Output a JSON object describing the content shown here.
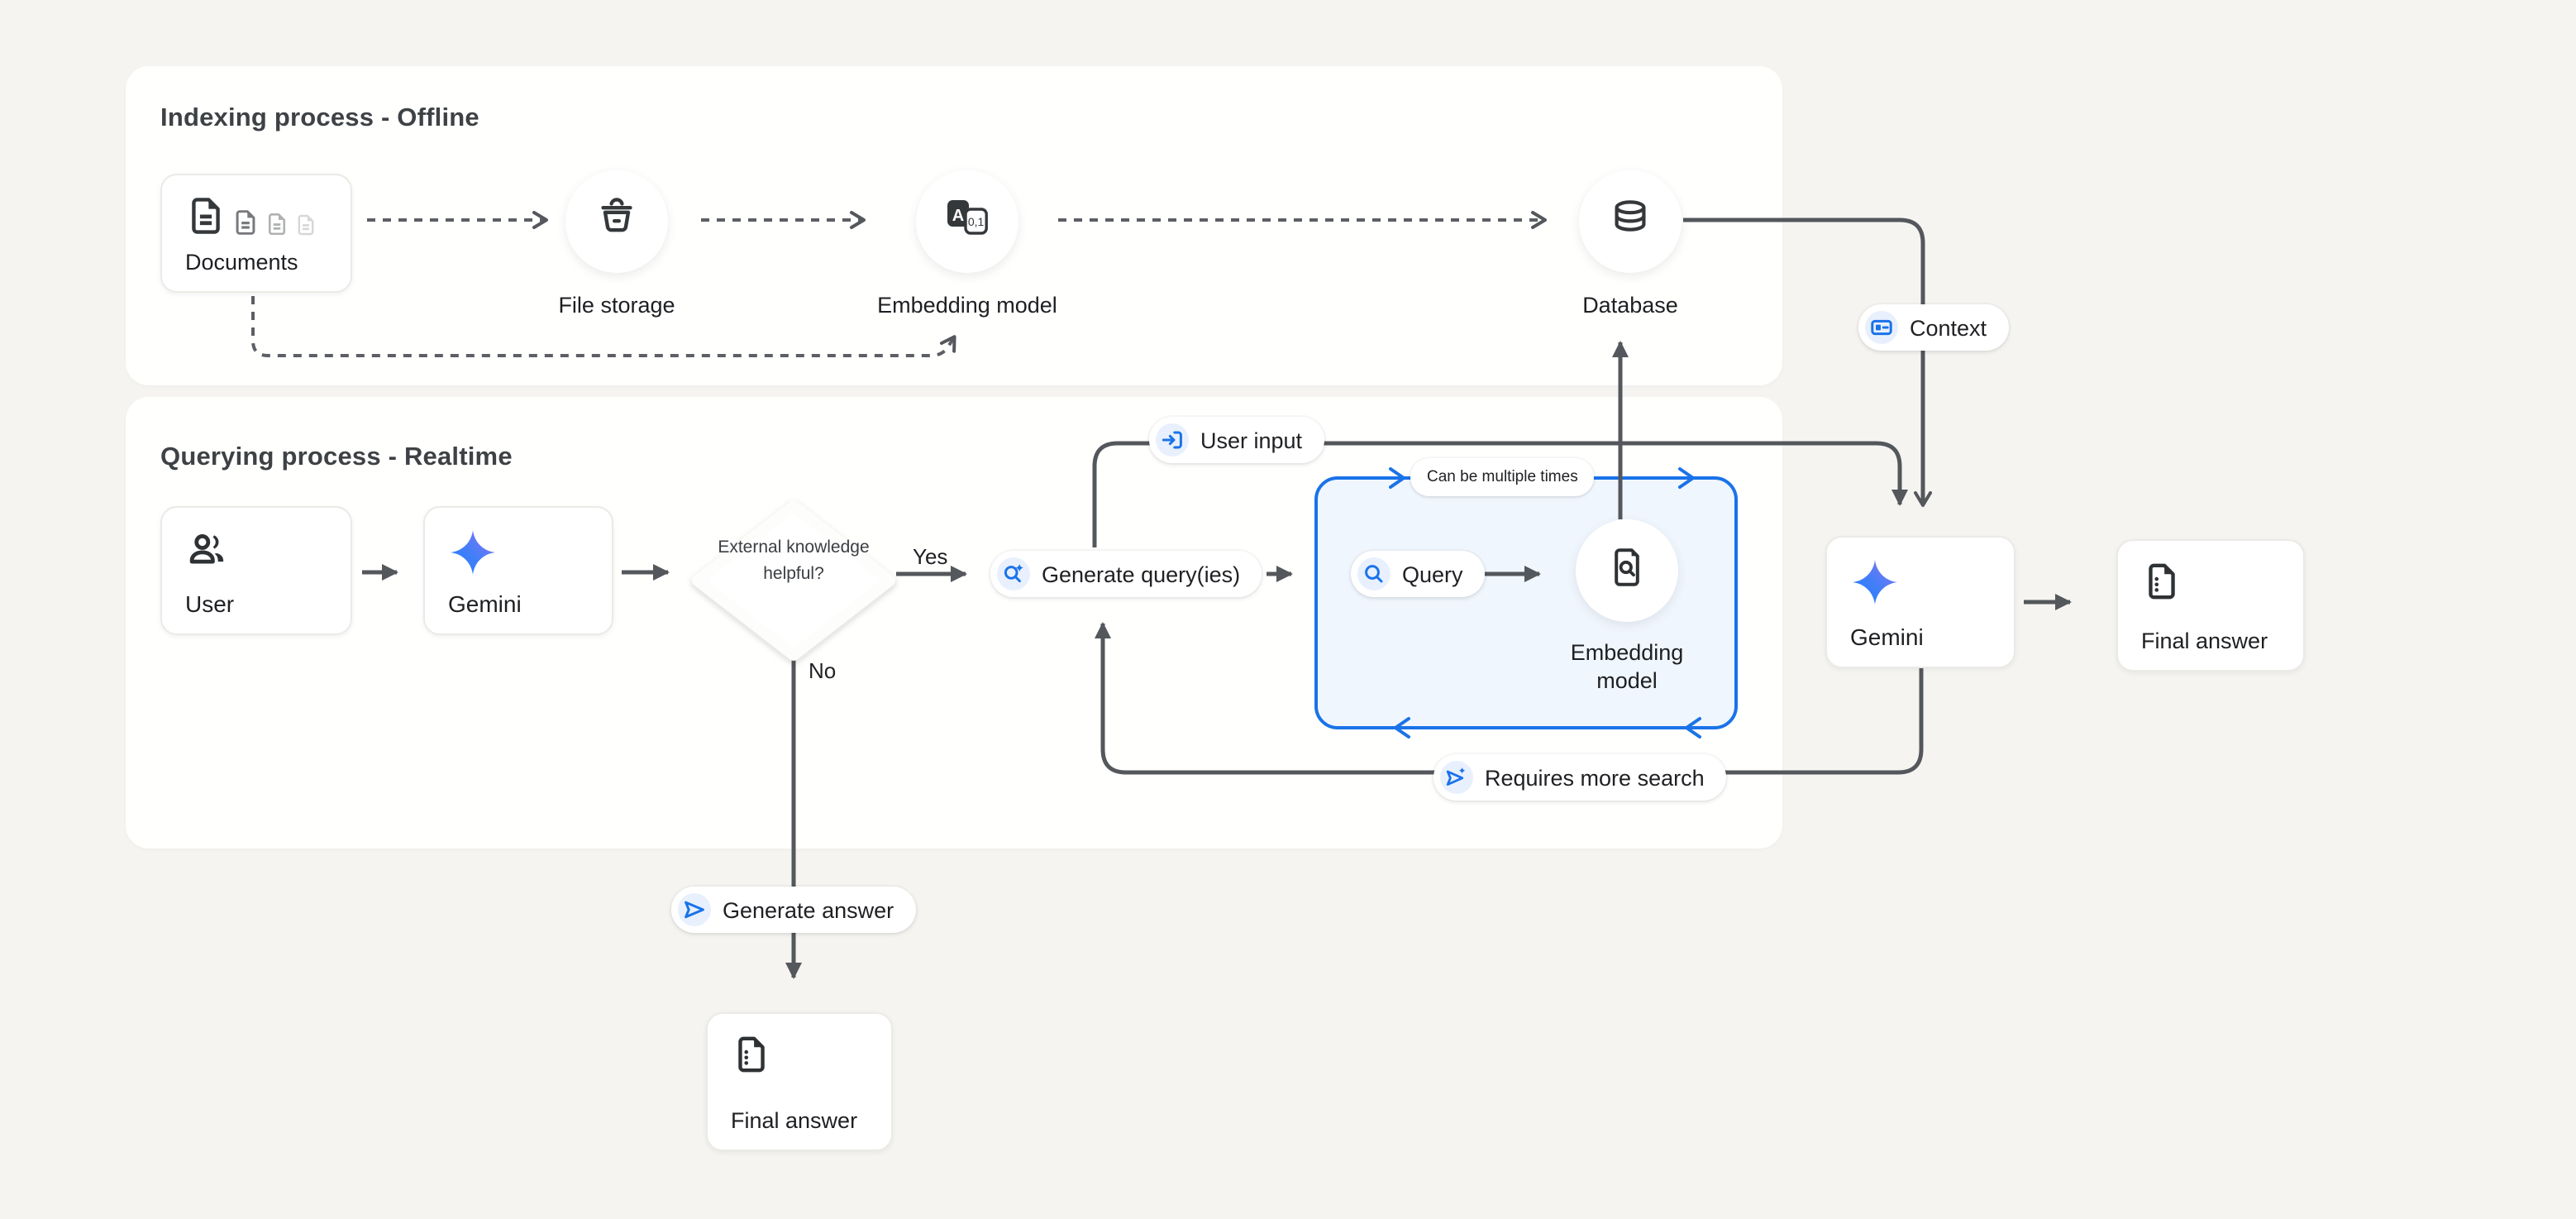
{
  "panels": {
    "indexing": {
      "title": "Indexing process - Offline"
    },
    "querying": {
      "title": "Querying process - Realtime"
    }
  },
  "nodes": {
    "documents": "Documents",
    "file_storage": "File storage",
    "embedding_model_offline": "Embedding model",
    "database": "Database",
    "user": "User",
    "gemini": "Gemini",
    "decision": "External knowledge helpful?",
    "query_embedding_model": "Embedding model",
    "gemini_final": "Gemini",
    "final_answer": "Final answer",
    "final_answer_no_branch": "Final answer"
  },
  "pills": {
    "user_input": "User input",
    "context": "Context",
    "generate_queries": "Generate query(ies)",
    "query": "Query",
    "requires_more_search": "Requires more search",
    "generate_answer": "Generate answer",
    "can_be_multiple_times": "Can be multiple times"
  },
  "edge_labels": {
    "yes": "Yes",
    "no": "No"
  },
  "colors": {
    "accent_blue": "#1a73e8",
    "icon_chip_blue": "#e8f0fe",
    "loop_box_fill": "#f0f6fd",
    "line_dark": "#54575b",
    "canvas": "#f5f4f1",
    "panel": "#ffffff",
    "gemini_gradient_start": "#1c7dff",
    "gemini_gradient_end": "#9372f5"
  }
}
